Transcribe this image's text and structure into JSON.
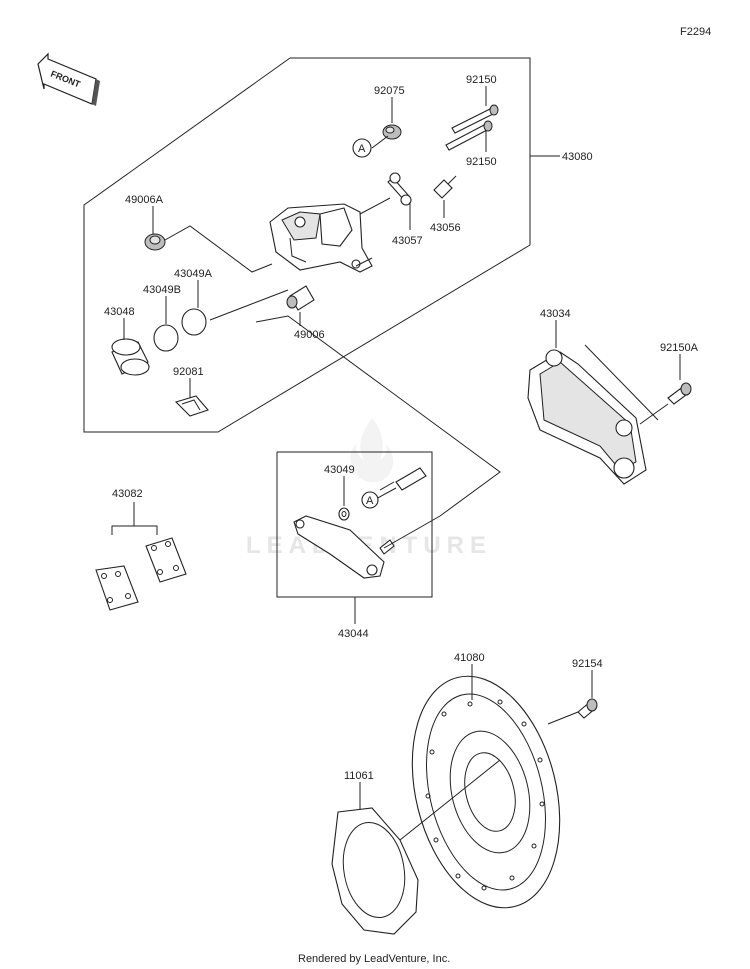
{
  "figure_code": "F2294",
  "front_label": "FRONT",
  "watermark": "LEADVENTURE",
  "footer": "Rendered by LeadVenture, Inc.",
  "ref_marker": "A",
  "parts": {
    "p92075": "92075",
    "p92150_top": "92150",
    "p92150_bot": "92150",
    "p43080": "43080",
    "p49006A": "49006A",
    "p43057": "43057",
    "p43056": "43056",
    "p43049A": "43049A",
    "p43049B": "43049B",
    "p43048": "43048",
    "p49006": "49006",
    "p92081": "92081",
    "p43034": "43034",
    "p92150A": "92150A",
    "p43049": "43049",
    "p43082": "43082",
    "p43044": "43044",
    "p41080": "41080",
    "p92154": "92154",
    "p11061": "11061"
  }
}
